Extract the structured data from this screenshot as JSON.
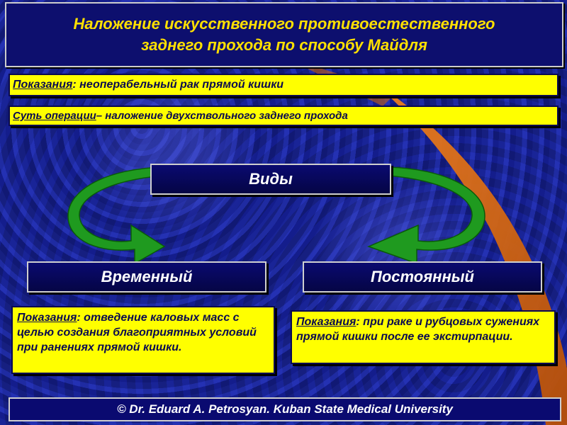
{
  "title": {
    "line1": "Наложение искусственного противоестественного",
    "line2": "заднего прохода по способу Майдля"
  },
  "indications": {
    "label": "Показания",
    "text": ": неоперабельный рак прямой кишки"
  },
  "essence": {
    "label": "Суть операции",
    "text": " – наложение  двухствольного заднего прохода"
  },
  "types": {
    "label": "Виды"
  },
  "temporary": {
    "label": "Временный",
    "ind_label": "Показания",
    "ind_text": ": отведение каловых масс с целью создания благоприятных условий при ранениях прямой кишки."
  },
  "permanent": {
    "label": "Постоянный",
    "ind_label": "Показания",
    "ind_text": ": при раке и рубцовых сужениях прямой кишки после ее экстирпации."
  },
  "footer": {
    "text": "© Dr. Eduard A. Petrosyan. Kuban State Medical University"
  },
  "colors": {
    "title_text": "#ffe000",
    "yellow": "#ffff00",
    "navy": "#0a0a70",
    "arrow_green": "#1f9a1f",
    "orange": "#d06a10"
  }
}
